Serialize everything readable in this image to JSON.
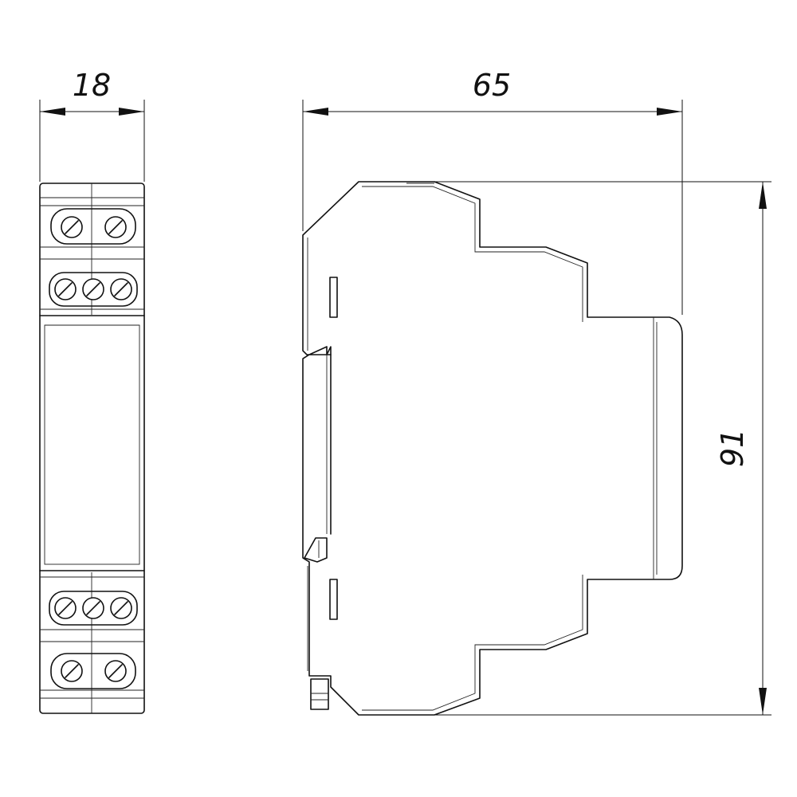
{
  "dimensions": {
    "width_front": "18",
    "depth_side": "65",
    "height_side": "91"
  },
  "colors": {
    "line": "#111111",
    "background": "#ffffff"
  }
}
